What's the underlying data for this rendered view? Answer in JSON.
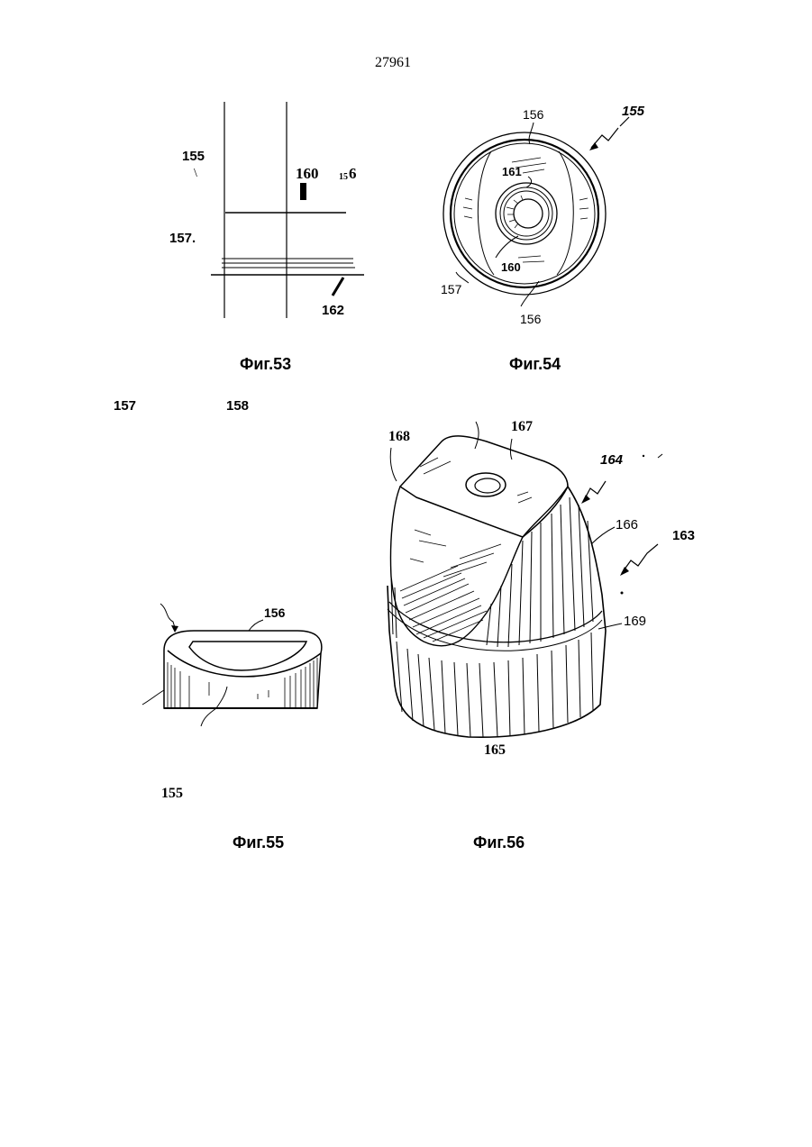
{
  "page_number": "27961",
  "figures": {
    "fig53": {
      "caption": "Фиг.53",
      "labels": {
        "l155": "155",
        "l160": "160",
        "l156_sub": "15",
        "l156_main": "6",
        "l157": "157.",
        "l162": "162",
        "slash": "\\"
      }
    },
    "fig54": {
      "caption": "Фиг.54",
      "labels": {
        "l156_top": "156",
        "l155": "155",
        "l161": "161",
        "l160": "160",
        "l157": "157",
        "l156_bottom": "156"
      }
    },
    "fig55": {
      "caption": "Фиг.55",
      "labels": {
        "l157": "157",
        "l158": "158",
        "l156": "156",
        "l155": "155"
      }
    },
    "fig56": {
      "caption": "Фиг.56",
      "labels": {
        "l168": "168",
        "l167": "167",
        "l164": "164",
        "l166": "166",
        "l163": "163",
        "l169": "169",
        "l165": "165"
      }
    }
  }
}
